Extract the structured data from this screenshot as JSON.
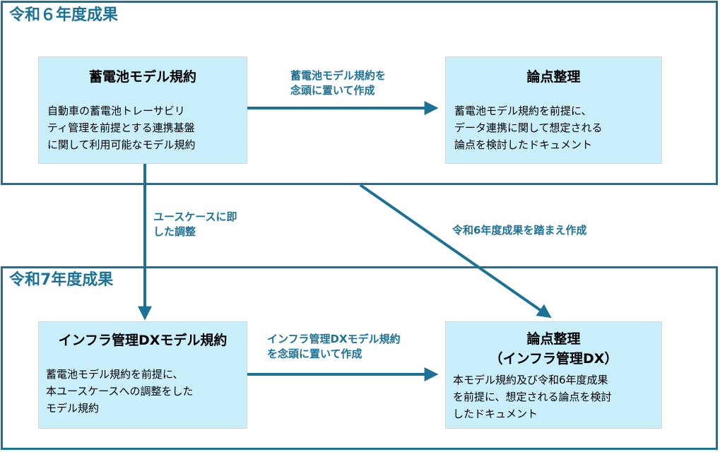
{
  "colors": {
    "frame": "#1b7196",
    "box_fill": "#c9eefc",
    "arrow": "#1b7196"
  },
  "top_section": {
    "title": "令和６年度成果",
    "left_box": {
      "title": "蓄電池モデル規約",
      "body": "自動車の蓄電池トレーサビリ\nティ管理を前提とする連携基盤\nに関して利用可能なモデル規約"
    },
    "right_box": {
      "title": "論点整理",
      "body": "蓄電池モデル規約を前提に、\nデータ連携に関して想定される\n論点を検討したドキュメント"
    },
    "arrow_label": "蓄電池モデル規約を\n念頭に置いて作成"
  },
  "bottom_section": {
    "title": "令和7年度成果",
    "left_box": {
      "title": "インフラ管理DXモデル規約",
      "body": "蓄電池モデル規約を前提に、\n本ユースケースへの調整をした\nモデル規約"
    },
    "right_box": {
      "title": "論点整理\n（インフラ管理DX）",
      "body": "本モデル規約及び令和6年度成果\nを前提に、想定される論点を検討\nしたドキュメント"
    },
    "arrow_label": "インフラ管理DXモデル規約\nを念頭に置いて作成"
  },
  "vertical_arrow_label": "ユースケースに即\nした調整",
  "diagonal_arrow_label": "令和6年度成果を踏まえ作成"
}
